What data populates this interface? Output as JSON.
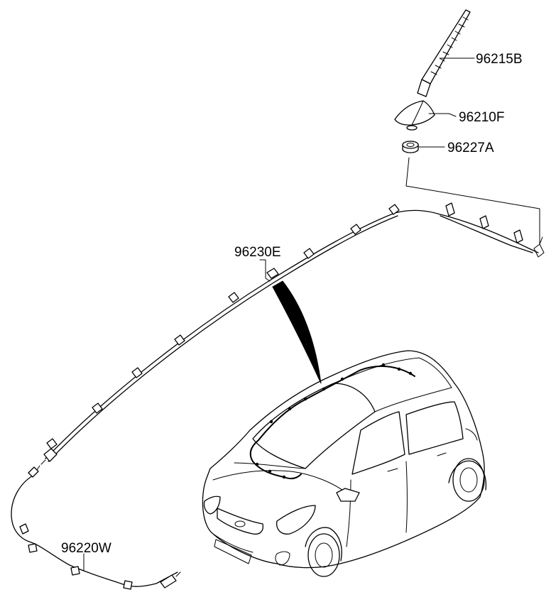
{
  "parts": {
    "antenna_rod": "96215B",
    "antenna_base": "96210F",
    "antenna_pad": "96227A",
    "roof_feeder_cable": "96230E",
    "extension_cable": "96220W"
  }
}
